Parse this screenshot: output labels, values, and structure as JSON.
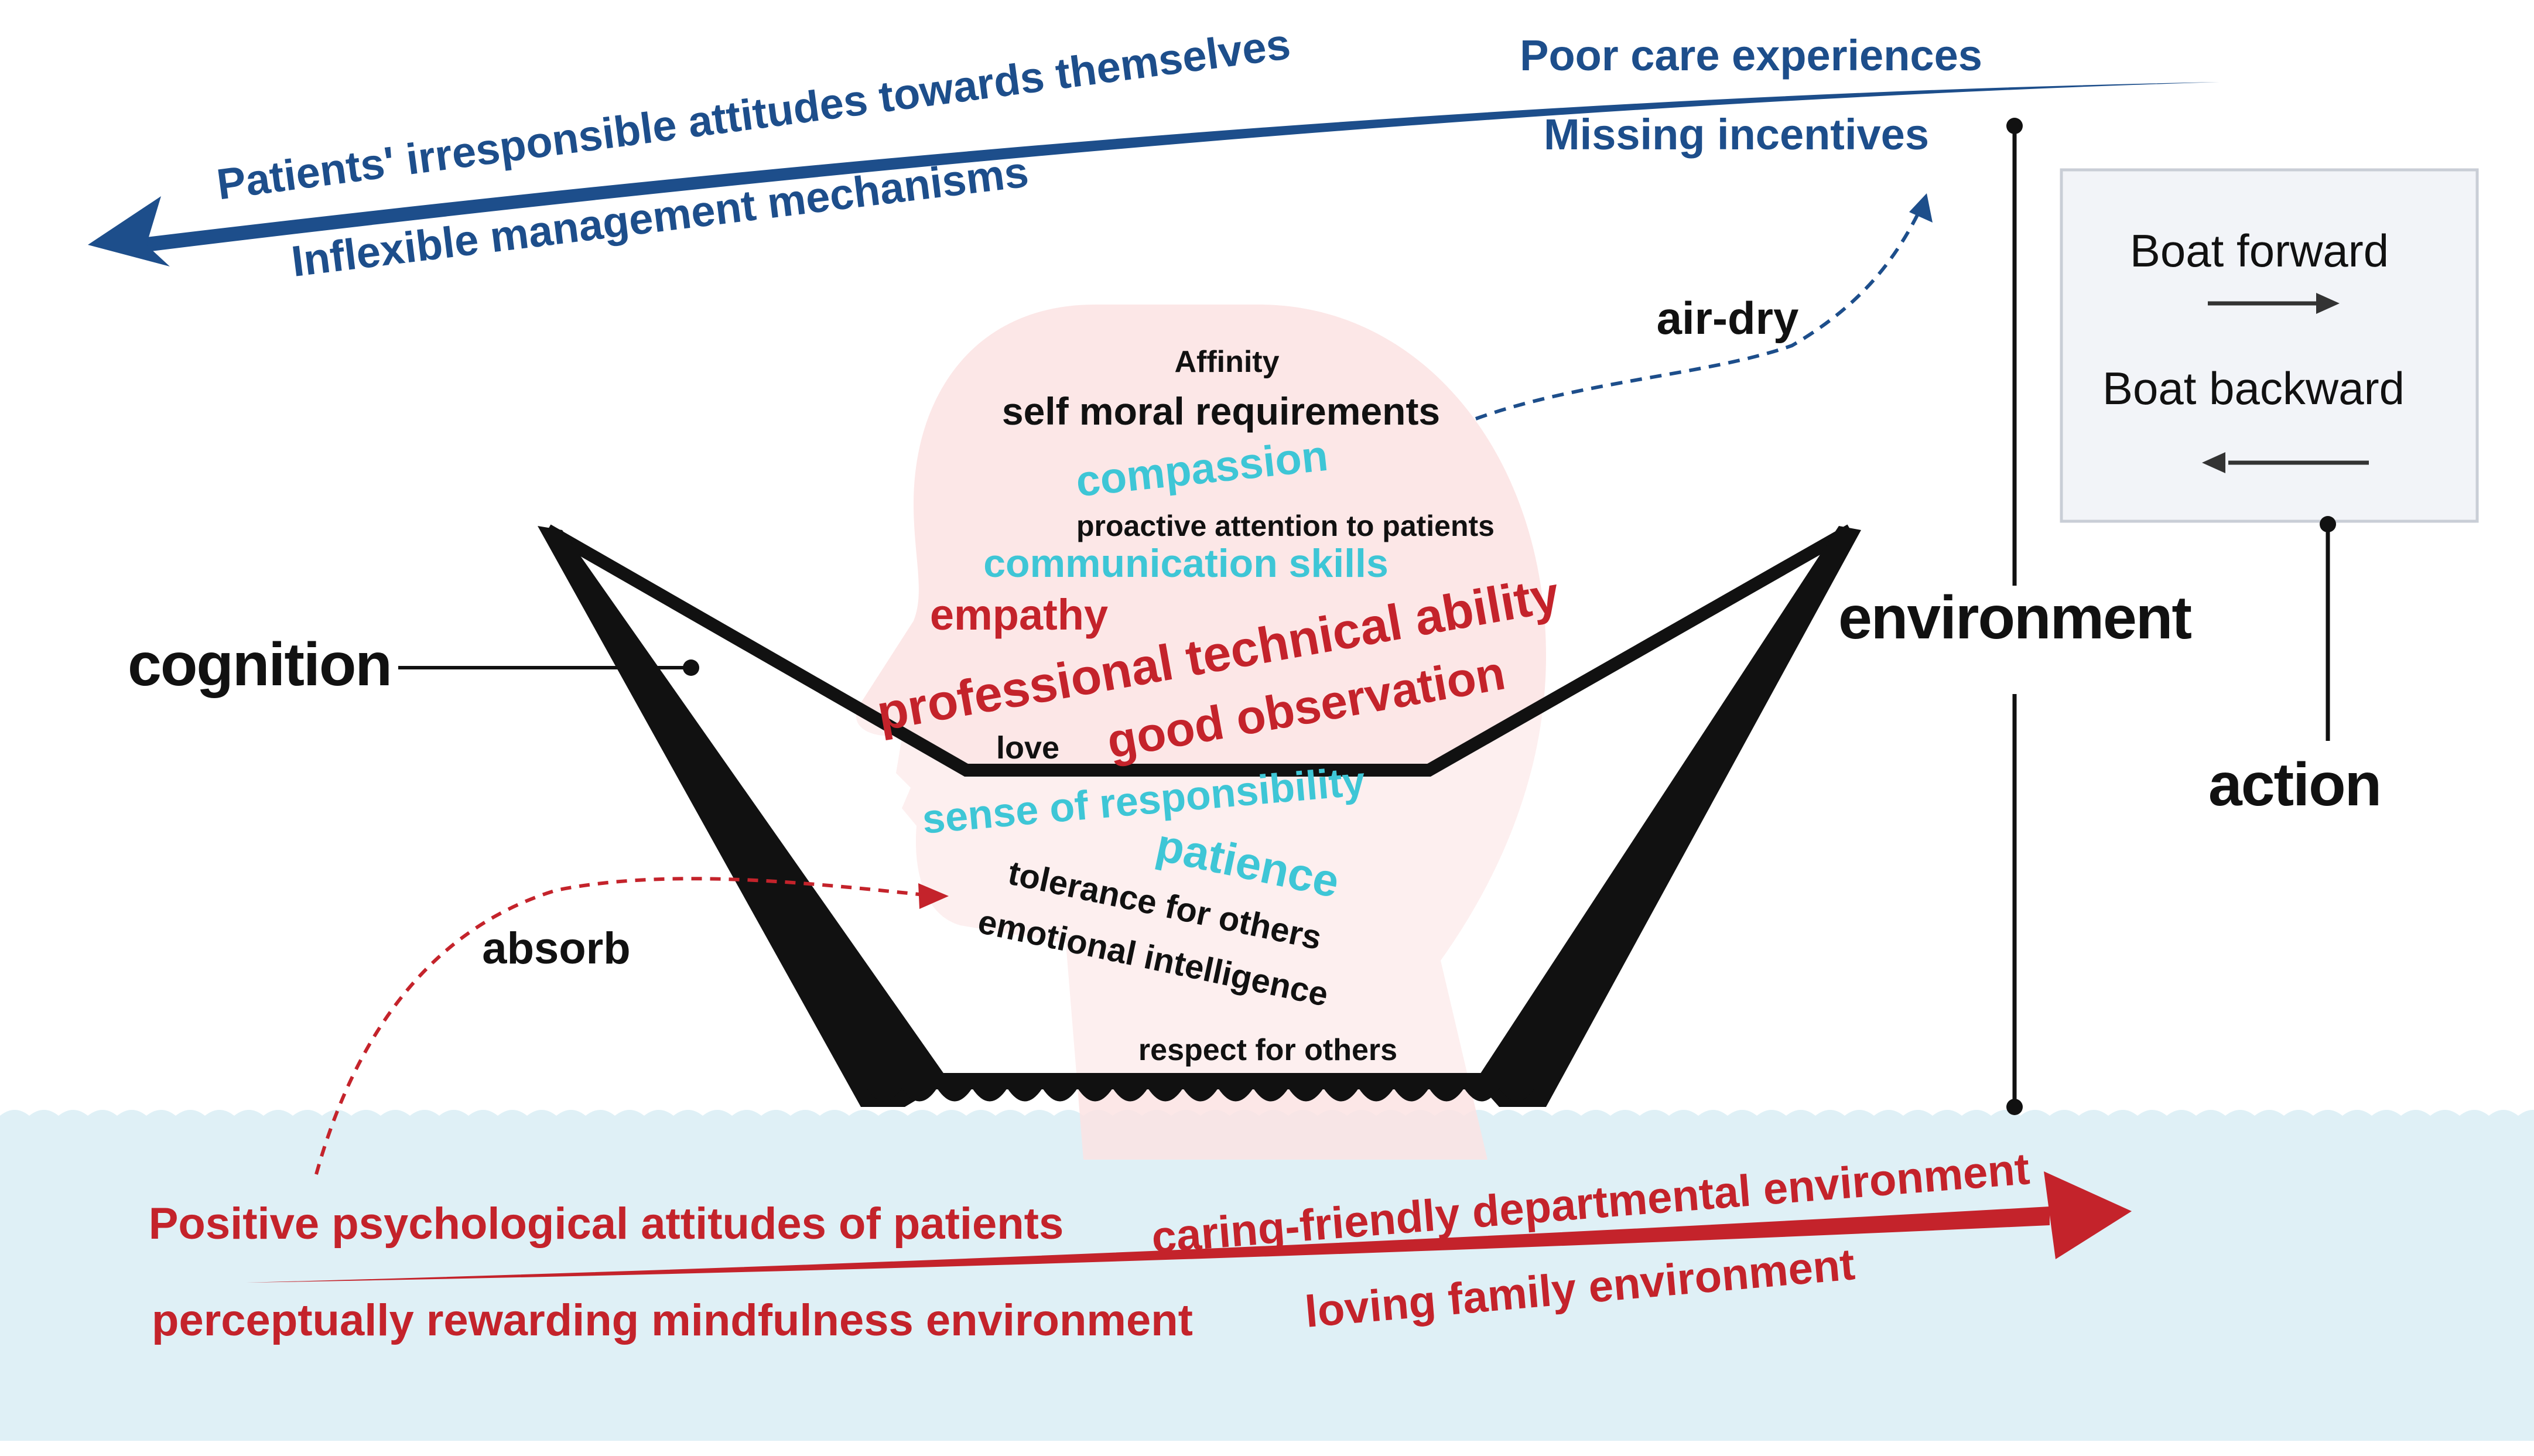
{
  "palette": {
    "navy": "#1d4e8b",
    "red": "#c4232b",
    "cyan": "#3ec6d6",
    "black": "#111111",
    "water": "#dff0f6",
    "head": "#fbe3e3",
    "boxfill": "#f2f4f8",
    "boxstroke": "#c9ced6"
  },
  "negative_forces": {
    "items": [
      "Patients' irresponsible attitudes towards themselves",
      "Inflexible management mechanisms",
      "Poor care experiences",
      "Missing incentives"
    ]
  },
  "positive_forces": {
    "items": [
      "Positive psychological attitudes of patients",
      "caring-friendly departmental environment",
      "perceptually rewarding mindfulness environment",
      "loving family environment"
    ]
  },
  "labels": {
    "cognition": "cognition",
    "environment": "environment",
    "action": "action",
    "air_dry": "air-dry",
    "absorb": "absorb"
  },
  "legend": {
    "forward": "Boat forward",
    "backward": "Boat backward"
  },
  "word_cloud": {
    "words": [
      "Affinity",
      "self moral requirements",
      "compassion",
      "proactive attention to patients",
      "communication skills",
      "empathy",
      "professional technical ability",
      "good observation",
      "love",
      "sense of responsibility",
      "patience",
      "tolerance for others",
      "emotional intelligence",
      "respect for others"
    ]
  }
}
